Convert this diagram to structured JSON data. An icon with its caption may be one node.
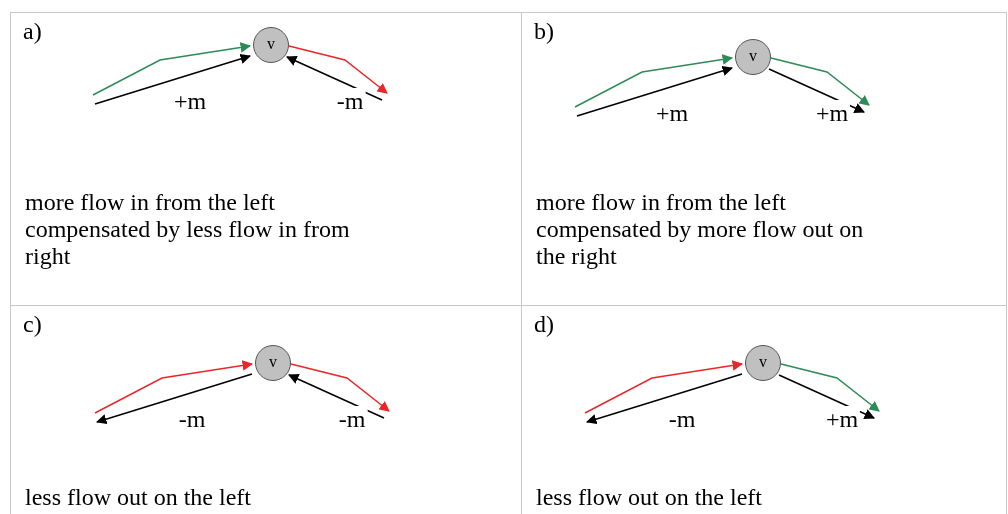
{
  "diagram": {
    "nodes": [
      {
        "text": [
          "a)",
          "more flow in from the left compensated by less flow in from right"
        ]
      },
      {
        "text": [
          "v"
        ],
        "in": 0
      },
      {
        "text": [
          "b)",
          "more flow in from the left compensated by more flow out on the right"
        ]
      },
      {
        "text": [
          "v"
        ],
        "in": 2
      },
      {
        "text": [
          "c)",
          "less flow out on the left"
        ]
      },
      {
        "text": [
          "v"
        ],
        "in": 4
      },
      {
        "text": [
          "d)",
          "less flow out on the left"
        ]
      },
      {
        "text": [
          "v"
        ],
        "in": 6
      }
    ],
    "edges": [
      {
        "from": null,
        "to": 1,
        "arrow": "to",
        "color": "#2e8b57"
      },
      {
        "from": 1,
        "to": null,
        "arrow": "to",
        "color": "#e8272a"
      },
      {
        "from": null,
        "to": 1,
        "arrow": "to",
        "label": "+m"
      },
      {
        "from": null,
        "to": 1,
        "arrow": "to",
        "label": "-m"
      },
      {
        "from": null,
        "to": 3,
        "arrow": "to",
        "color": "#2e8b57"
      },
      {
        "from": 3,
        "to": null,
        "arrow": "to",
        "color": "#2e8b57"
      },
      {
        "from": null,
        "to": 3,
        "arrow": "to",
        "label": "+m"
      },
      {
        "from": 3,
        "to": null,
        "arrow": "to",
        "label": "+m"
      },
      {
        "from": null,
        "to": 5,
        "arrow": "to",
        "color": "#e8272a"
      },
      {
        "from": 5,
        "to": null,
        "arrow": "to",
        "color": "#e8272a"
      },
      {
        "from": 5,
        "to": null,
        "arrow": "to",
        "label": "-m"
      },
      {
        "from": null,
        "to": 5,
        "arrow": "to",
        "label": "-m"
      },
      {
        "from": null,
        "to": 7,
        "arrow": "to",
        "color": "#e8272a"
      },
      {
        "from": 7,
        "to": null,
        "arrow": "to",
        "color": "#2e8b57"
      },
      {
        "from": 7,
        "to": null,
        "arrow": "to",
        "label": "-m"
      },
      {
        "from": 7,
        "to": null,
        "arrow": "to",
        "label": "+m"
      }
    ]
  }
}
